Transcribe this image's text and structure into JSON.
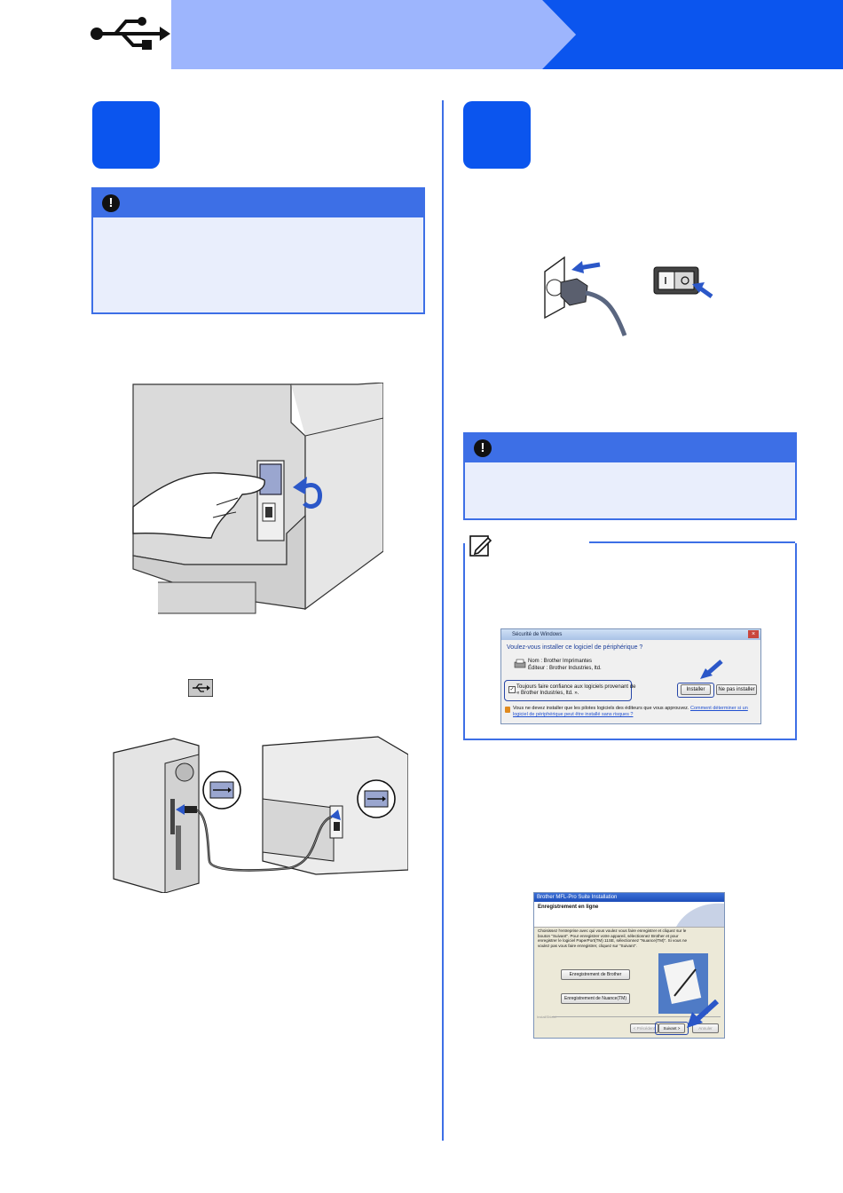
{
  "header": {
    "icon": "usb-icon",
    "band_color": "#9db5fd",
    "accent_color": "#0b55ee"
  },
  "steps": {
    "left_box_color": "#0b55ee",
    "right_box_color": "#0b55ee"
  },
  "usb_inline_icon": "usb-icon",
  "security_dialog": {
    "title": "Sécurité de Windows",
    "question": "Voulez-vous installer ce logiciel de périphérique ?",
    "name_line": "Nom : Brother Imprimantes",
    "publisher_line": "Éditeur : Brother Industries, ltd.",
    "trust_line1": "Toujours faire confiance aux logiciels provenant de",
    "trust_line2": "« Brother Industries, ltd. ».",
    "install_button": "Installer",
    "dont_install_button": "Ne pas installer",
    "warning_text": "Vous ne devez installer que les pilotes logiciels des éditeurs que vous approuvez.",
    "warning_link": "Comment déterminer si un logiciel de périphérique peut être installé sans risques ?"
  },
  "registration_dialog": {
    "title": "Brother MFL-Pro Suite Installation",
    "heading": "Enregistrement en ligne",
    "body": "Choisissez l'entreprise avec qui vous voulez vous faire enregistrer et cliquez sur le bouton \"Suivant\". Pour enregistrer votre appareil, sélectionnez Brother et pour enregistrer le logiciel PaperPort(TM) 11SE, sélectionnez \"Nuance(TM)\". Si vous ne voulez pas vous faire enregistrer, cliquez sur \"Suivant\".",
    "brother_button": "Enregistrement de Brother",
    "nuance_button": "Enregistrement de Nuance(TM)",
    "footer_label": "InstallShield",
    "back_button": "< Précédent",
    "next_button": "Suivant >",
    "cancel_button": "Annuler"
  }
}
